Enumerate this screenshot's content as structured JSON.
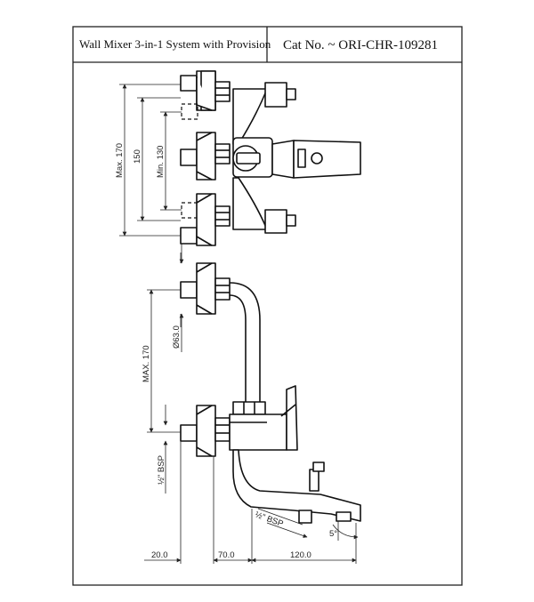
{
  "title_block": {
    "description": "Wall Mixer 3-in-1 System with Provision",
    "catalog_number": "Cat No. ~ ORI-CHR-109281"
  },
  "dimensions": {
    "max_170_top": "Max. 170",
    "span_150": "150",
    "min_130": "Min. 130",
    "dia_63": "Ø63.0",
    "max_170_side": "MAX. 170",
    "bsp_half_vertical": "½\" BSP",
    "bsp_half_angled": "½\" BSP",
    "angle_5": "5°",
    "offset_20": "20.0",
    "offset_70": "70.0",
    "offset_120": "120.0"
  }
}
